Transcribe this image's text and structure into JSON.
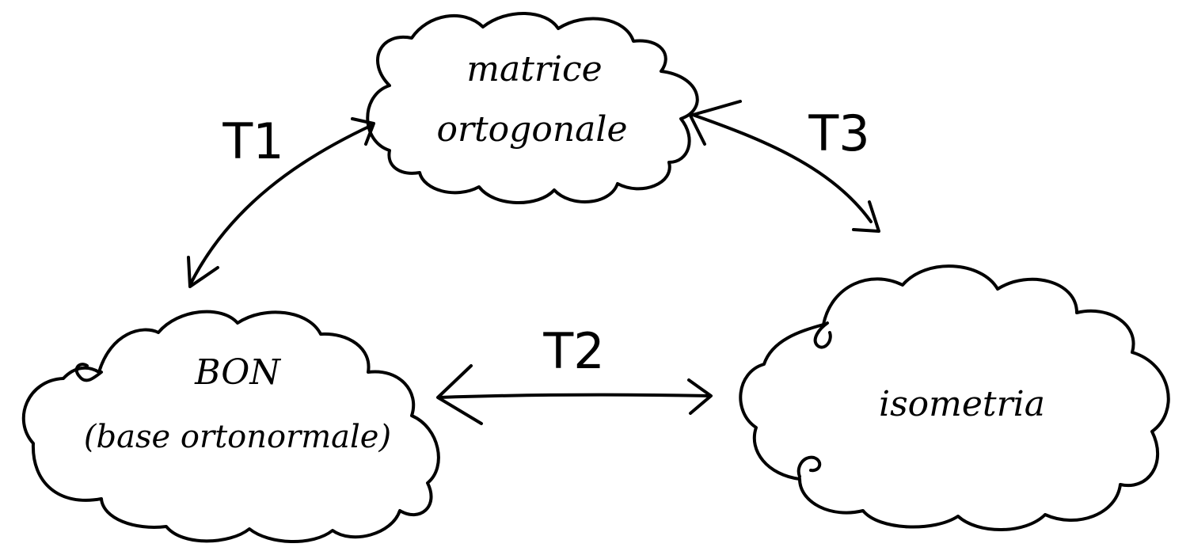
{
  "colors": {
    "ink": "#000000",
    "background": "#ffffff"
  },
  "nodes": {
    "top": {
      "line1": "matrice",
      "line2": "ortogonale"
    },
    "left": {
      "line1": "BON",
      "line2": "(base ortonormale)"
    },
    "right": {
      "line1": "isometria"
    }
  },
  "edges": {
    "t1": {
      "label": "T1"
    },
    "t2": {
      "label": "T2"
    },
    "t3": {
      "label": "T3"
    }
  }
}
